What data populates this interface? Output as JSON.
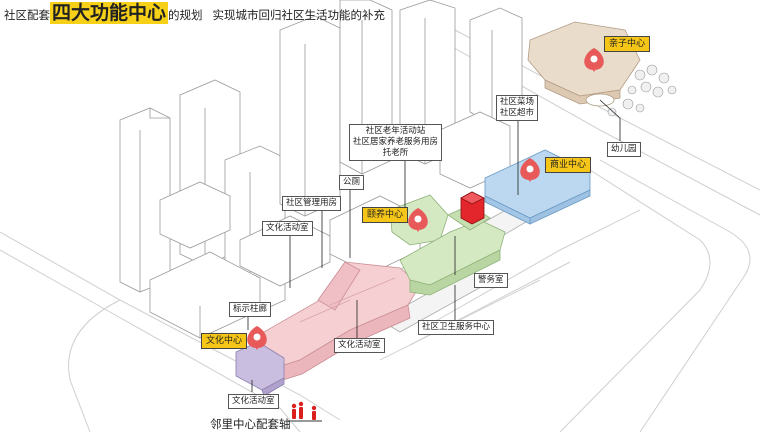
{
  "title": {
    "prefix": "社区配套",
    "highlight": "四大功能中心",
    "suffix": "的规划",
    "subtitle": "实现城市回归社区生活功能的补充"
  },
  "centers": {
    "parent_child": "亲子中心",
    "commercial": "商业中心",
    "elderly": "颐养中心",
    "culture": "文化中心"
  },
  "labels": {
    "market": [
      "社区菜场",
      "社区超市"
    ],
    "elder_station": [
      "社区老年活动站",
      "社区居家养老服务用房",
      "托老所"
    ],
    "toilet": "公厕",
    "management": "社区管理用房",
    "culture_room_1": "文化活动室",
    "marker_corridor": "标示柱廊",
    "culture_room_2": "文化活动室",
    "culture_room_3": "文化活动室",
    "police": "警务室",
    "health": "社区卫生服务中心",
    "kindergarten": "幼儿园"
  },
  "axis_label": "邻里中心配套轴",
  "colors": {
    "highlight": "#f7d117",
    "tag": "#f5c518",
    "pin": "#e85a5a",
    "pink": "#f6cfd3",
    "green": "#d4e8c2",
    "blue": "#bcd8f0",
    "red": "#e3262b",
    "purple": "#c9bde0",
    "beige": "#eadccb",
    "figure": "#d9201f"
  }
}
